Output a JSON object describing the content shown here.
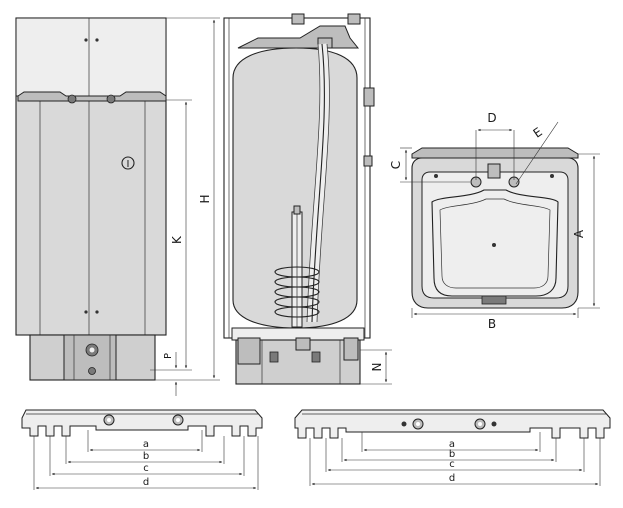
{
  "labels": {
    "front_circle": "I",
    "height": "H",
    "mount_height": "K",
    "p": "P",
    "depth": "A",
    "width": "B",
    "c": "C",
    "d_top": "D",
    "e": "E",
    "n": "N",
    "left_a": "a",
    "left_b": "b",
    "left_c": "c",
    "left_d": "d",
    "right_a": "a",
    "right_b": "b",
    "right_c": "c",
    "right_d": "d"
  }
}
